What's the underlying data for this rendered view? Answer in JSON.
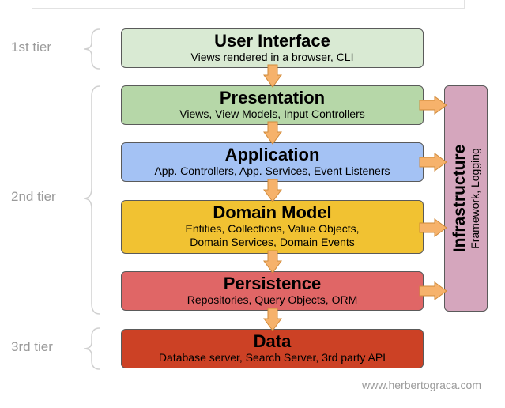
{
  "tiers": [
    {
      "label": "1st tier"
    },
    {
      "label": "2nd tier"
    },
    {
      "label": "3rd tier"
    }
  ],
  "layers": [
    {
      "title": "User Interface",
      "subtitle": "Views rendered in a browser, CLI",
      "color": "#d9ead3"
    },
    {
      "title": "Presentation",
      "subtitle": "Views, View Models, Input Controllers",
      "color": "#b6d7a8"
    },
    {
      "title": "Application",
      "subtitle": "App. Controllers, App. Services, Event Listeners",
      "color": "#a4c2f4"
    },
    {
      "title": "Domain Model",
      "subtitle": "Entities, Collections, Value Objects,\nDomain Services, Domain Events",
      "color": "#f1c232"
    },
    {
      "title": "Persistence",
      "subtitle": "Repositories, Query Objects, ORM",
      "color": "#e06666"
    },
    {
      "title": "Data",
      "subtitle": "Database server, Search Server, 3rd party API",
      "color": "#cc4125"
    }
  ],
  "infrastructure": {
    "title": "Infrastructure",
    "subtitle": "Framework, Logging",
    "color": "#d5a6bd"
  },
  "arrow_color": "#f6b26b",
  "footer": "www.herbertograca.com"
}
